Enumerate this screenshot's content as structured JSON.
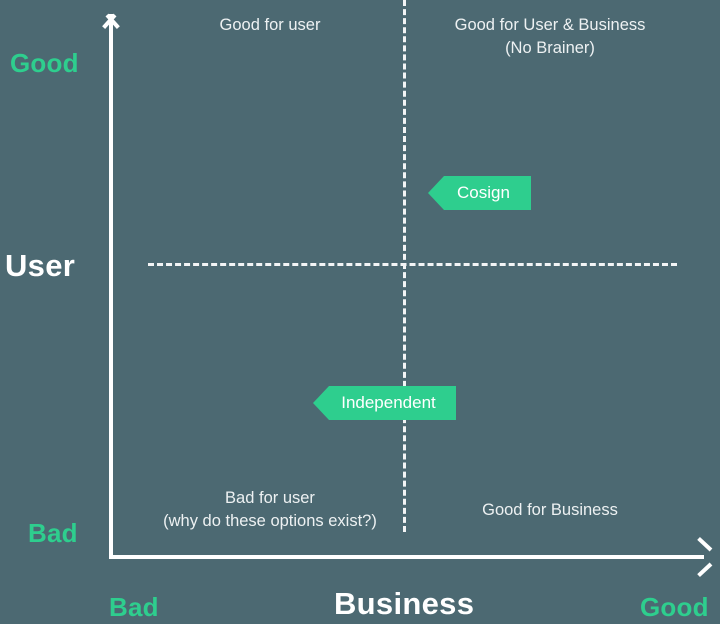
{
  "chart_data": {
    "type": "scatter",
    "title": "",
    "xlabel": "Business",
    "ylabel": "User",
    "xlim": [
      "Bad",
      "Good"
    ],
    "ylim": [
      "Bad",
      "Good"
    ],
    "grid": false,
    "legend": "none",
    "quadrants": [
      {
        "position": "top-left",
        "label": "Good for user",
        "sublabel": ""
      },
      {
        "position": "top-right",
        "label": "Good for User & Business",
        "sublabel": "(No Brainer)"
      },
      {
        "position": "bottom-left",
        "label": "Bad for user",
        "sublabel": "(why do these options exist?)"
      },
      {
        "position": "bottom-right",
        "label": "Good for Business",
        "sublabel": ""
      }
    ],
    "points": [
      {
        "name": "Cosign",
        "quadrant": "top-right",
        "x": 0.53,
        "y": 0.7
      },
      {
        "name": "Independent",
        "quadrant": "bottom-left",
        "x": 0.45,
        "y": 0.28
      }
    ]
  },
  "axes": {
    "y": {
      "title": "User",
      "high_label": "Good",
      "low_label": "Bad"
    },
    "x": {
      "title": "Business",
      "low_label": "Bad",
      "high_label": "Good"
    }
  },
  "quadrant_text": {
    "top_left": "Good for user",
    "top_right_line1": "Good for User & Business",
    "top_right_line2": "(No Brainer)",
    "bottom_left_line1": "Bad for user",
    "bottom_left_line2": "(why do these options exist?)",
    "bottom_right": "Good for Business"
  },
  "tags": [
    {
      "label": "Cosign"
    },
    {
      "label": "Independent"
    }
  ],
  "colors": {
    "background": "#4C6972",
    "accent_green": "#2ECE8E",
    "axis_white": "#FFFFFF",
    "caption_text": "#EDF1F2"
  }
}
